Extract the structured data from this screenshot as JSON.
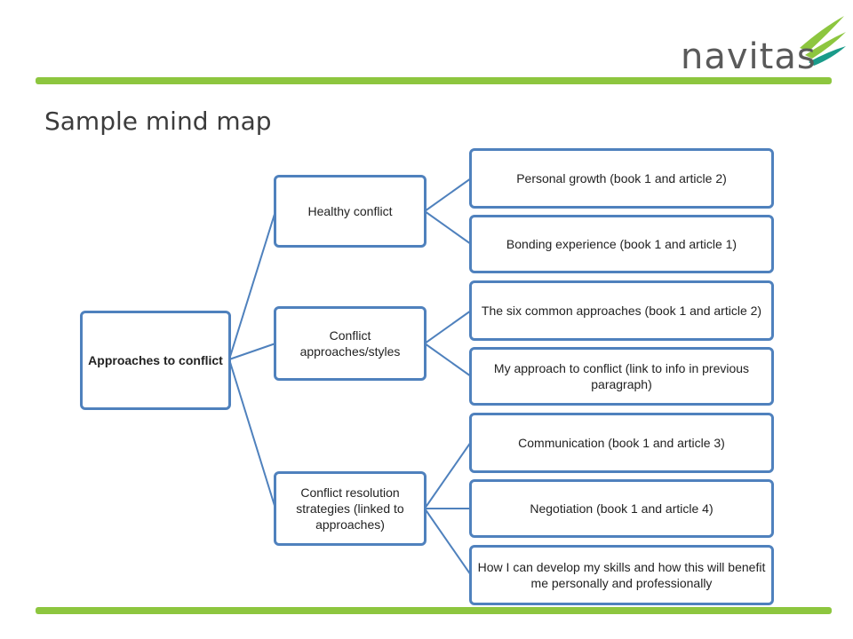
{
  "logo": {
    "text": "navitas",
    "colors": [
      "#8dc63f",
      "#1a9b8a"
    ]
  },
  "title": "Sample mind map",
  "accent": "#8dc63f",
  "border_color": "#4f81bd",
  "mindmap": {
    "root": "Approaches to conflict",
    "branches": [
      {
        "label": "Healthy conflict",
        "children": [
          "Personal growth (book 1 and article 2)",
          "Bonding experience  (book 1 and article 1)"
        ]
      },
      {
        "label": "Conflict approaches/styles",
        "children": [
          "The six common approaches  (book 1 and article 2)",
          "My approach to conflict (link to info in previous paragraph)"
        ]
      },
      {
        "label": "Conflict resolution strategies (linked to approaches)",
        "children": [
          "Communication (book 1 and article 3)",
          "Negotiation (book 1 and article 4)",
          "How I can develop my skills and how this will benefit me personally and professionally"
        ]
      }
    ]
  }
}
